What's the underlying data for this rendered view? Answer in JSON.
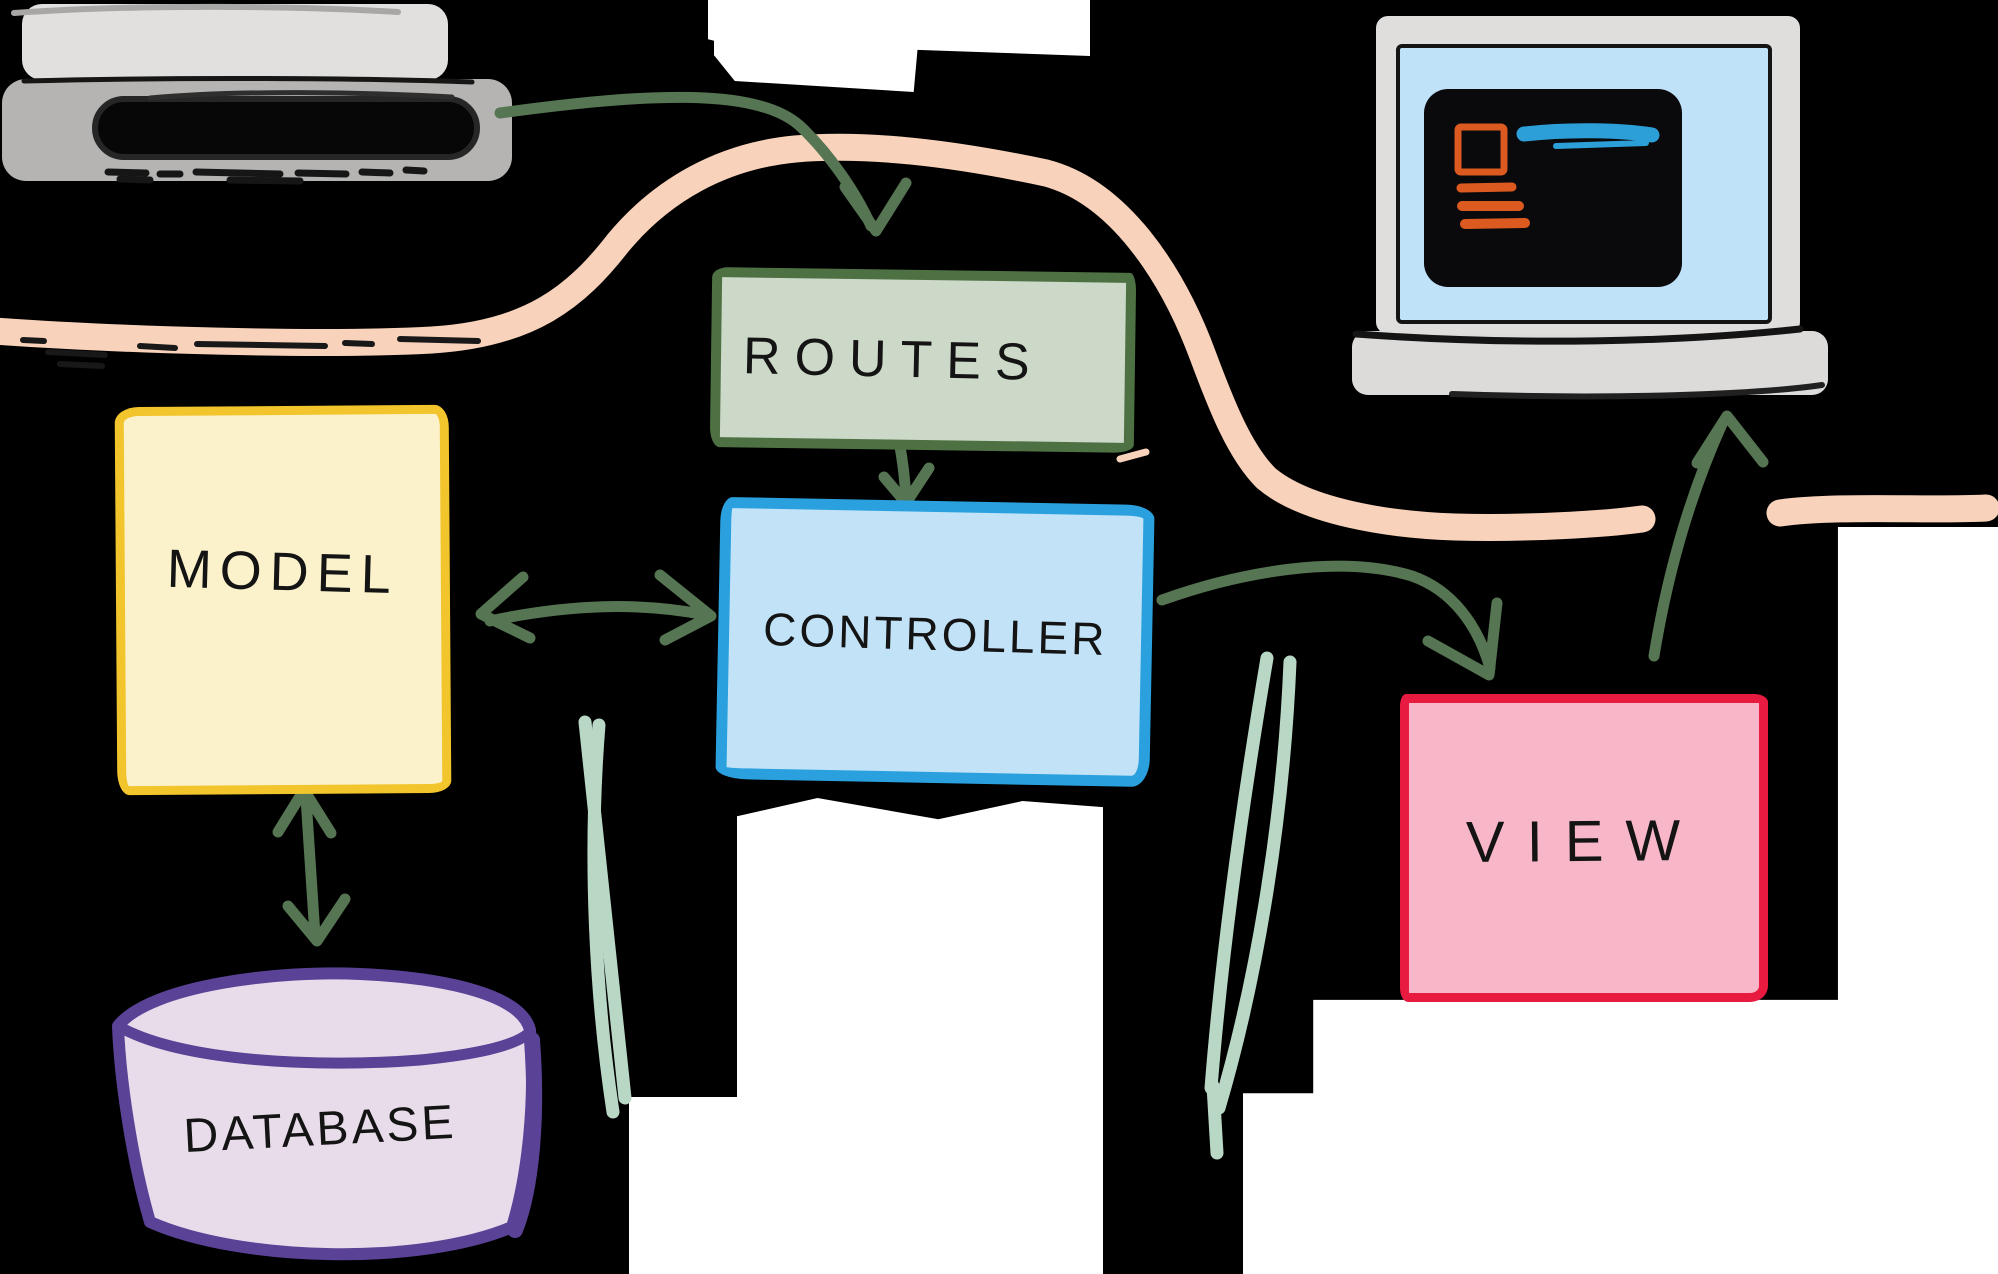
{
  "diagram": {
    "nodes": [
      {
        "id": "routes",
        "label": "ROUTES",
        "fill": "#ccd8c8",
        "border": "#4e7144"
      },
      {
        "id": "controller",
        "label": "CONTROLLER",
        "fill": "#c2e3f7",
        "border": "#2aa1de"
      },
      {
        "id": "model",
        "label": "MODEL",
        "fill": "#fbf2cc",
        "border": "#f2c52c"
      },
      {
        "id": "view",
        "label": "VIEW",
        "fill": "#f8b7c9",
        "border": "#e81a40"
      },
      {
        "id": "database",
        "label": "DATABASE",
        "fill": "#e8dcea",
        "border": "#5a4296"
      }
    ],
    "icons": [
      {
        "name": "server-icon"
      },
      {
        "name": "laptop-icon"
      }
    ],
    "edges": [
      {
        "from": "server",
        "to": "routes",
        "style": "green-arrow"
      },
      {
        "from": "routes",
        "to": "controller",
        "style": "green-arrow"
      },
      {
        "from": "model",
        "to": "controller",
        "style": "green-double-arrow"
      },
      {
        "from": "model",
        "to": "database",
        "style": "green-double-arrow"
      },
      {
        "from": "controller",
        "to": "view",
        "style": "green-arrow"
      },
      {
        "from": "view",
        "to": "laptop",
        "style": "green-arrow"
      }
    ],
    "colors": {
      "background": "#000000",
      "arrow_green": "#567552",
      "flow_peach": "#f8d2ba",
      "mint_stroke": "#b8d7c4",
      "ink": "#141414",
      "paper_white": "#ffffff",
      "server_gray_light": "#e1e0de",
      "server_gray_dark": "#b5b4b2",
      "laptop_gray": "#dfdedd",
      "laptop_screen_blue": "#bfe2f8",
      "browser_accent_orange": "#dc5a20",
      "browser_accent_blue": "#2d9fd8"
    }
  }
}
